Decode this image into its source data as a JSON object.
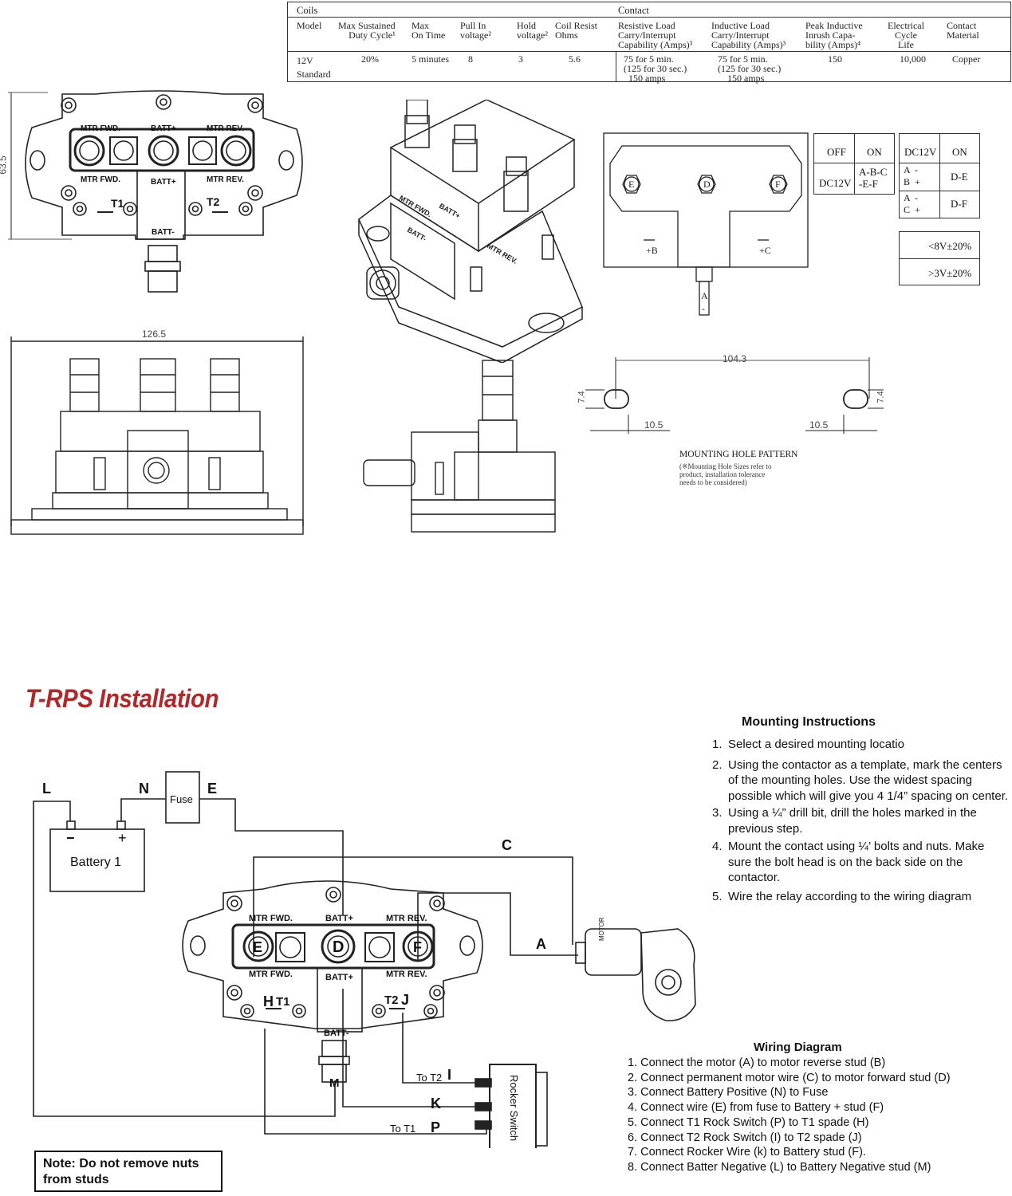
{
  "spec_table": {
    "group_coils": "Coils",
    "group_contact": "Contact",
    "headers": {
      "model": "Model",
      "duty": "Max Sustained\nDuty Cycle¹",
      "ontime": "Max\nOn Time",
      "pullin": "Pull In\nvoltage²",
      "hold": "Hold\nvoltage²",
      "resist": "Coil Resist\nOhms",
      "resistive": "Resistive Load\nCarry/Interrupt\nCapability (Amps)³",
      "inductive": "Inductive Load\nCarry/Interrupt\nCapability (Amps)³",
      "peak": "Peak Inductive\nInrush Capa-\nbility (Amps)⁴",
      "life": "Electrical\nCycle\nLife",
      "material": "Contact\nMaterial"
    },
    "row": {
      "model": "12V\nStandard",
      "duty": "20%",
      "ontime": "5 minutes",
      "pullin": "8",
      "hold": "3",
      "resist": "5.6",
      "resistive": "75 for 5 min.\n(125 for 30 sec.)\n  150 amps",
      "inductive": "75 for 5 min.\n(125 for 30 sec.)\n    150 amps",
      "peak": "150",
      "life": "10,000",
      "material": "Copper"
    }
  },
  "top_view": {
    "dim_height": "63.5",
    "labels": [
      "MTR FWD.",
      "BATT+",
      "MTR REV.",
      "MTR FWD.",
      "BATT+",
      "MTR REV.",
      "T1",
      "T2",
      "BATT-"
    ]
  },
  "iso_view": {
    "labels": [
      "MTR FWD.",
      "BATT+",
      "BATT-",
      "MTR REV."
    ]
  },
  "schematic": {
    "terminals": [
      "E",
      "D",
      "F"
    ],
    "pins": [
      "+B",
      "+C",
      "A",
      "-"
    ],
    "table1": {
      "off": "OFF",
      "on": "ON",
      "dc": "DC12V",
      "conn": "A-B-C\n-E-F"
    },
    "table2": {
      "head_dc": "DC12V",
      "head_on": "ON",
      "r1a": "A  -\nB  +",
      "r1b": "D-E",
      "r2a": "A  -\nC  +",
      "r2b": "D-F"
    },
    "table3": {
      "v1": "<8V±20%",
      "v2": ">3V±20%"
    }
  },
  "front_view": {
    "dim_width": "126.5"
  },
  "mounting_pattern": {
    "spacing": "104.3",
    "hole_h_left": "7.4",
    "hole_h_right": "7.4",
    "edge_left": "10.5",
    "edge_right": "10.5",
    "title": "MOUNTING HOLE PATTERN",
    "note": "(※Mounting Hole Sizes refer to\nproduct, installation tolerance\nneeds to be considered)"
  },
  "installation": {
    "title": "T-RPS Installation",
    "wire_labels": {
      "L": "L",
      "N": "N",
      "E": "E",
      "C": "C",
      "A": "A",
      "I": "I",
      "K": "K",
      "P": "P",
      "H": "H",
      "J": "J",
      "M": "M"
    },
    "fuse": "Fuse",
    "battery": "Battery 1",
    "batt_minus": "−",
    "batt_plus": "+",
    "motor": "MOTOR",
    "rocker": "Rocker Switch",
    "to_t2": "To T2",
    "to_t1": "To T1",
    "relay_labels": [
      "MTR FWD.",
      "BATT+",
      "MTR REV.",
      "MTR FWD.",
      "BATT+",
      "MTR REV.",
      "T1",
      "T2",
      "BATT-"
    ],
    "terminals": [
      "E",
      "D",
      "F"
    ],
    "note": "Note: Do not remove nuts from studs"
  },
  "mounting_instructions": {
    "title": "Mounting Instructions",
    "items": [
      "Select a desired mounting locatio",
      "Using the contactor as a  template, mark the centers of the mounting holes.  Use the widest spacing possible which will give you 4 1/4” spacing on center.",
      "Using a ¼” drill bit, drill the holes marked in the previous step.",
      "Mount the contact using ¼’ bolts and nuts. Make sure the bolt head is on the back side on the contactor.",
      "Wire the relay according to the wiring diagram"
    ]
  },
  "wiring_diagram": {
    "title": "Wiring Diagram",
    "items": [
      "Connect the motor (A) to motor reverse stud (B)",
      "Connect permanent motor wire (C) to motor forward stud (D)",
      "Connect Battery Positive (N) to Fuse",
      "Connect wire (E) from fuse to Battery + stud (F)",
      "Connect T1 Rock Switch (P) to T1 spade (H)",
      "Connect T2 Rock Switch (I) to T2 spade (J)",
      "Connect Rocker Wire (k) to Battery stud (F).",
      "Connect Batter Negative (L) to Battery Negative stud (M)"
    ]
  }
}
